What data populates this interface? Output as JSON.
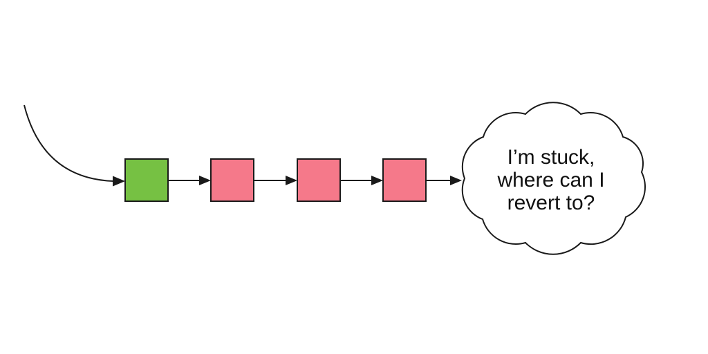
{
  "canvas": {
    "background": "#ffffff"
  },
  "colors": {
    "commit_good": "#76C143",
    "commit_bad": "#F5798A",
    "line": "#1A1A1A",
    "bubble_fill": "#FFFFFF",
    "text": "#111111"
  },
  "thought_bubble": {
    "lines": [
      "I’m stuck,",
      "where can I",
      "revert to?"
    ]
  }
}
